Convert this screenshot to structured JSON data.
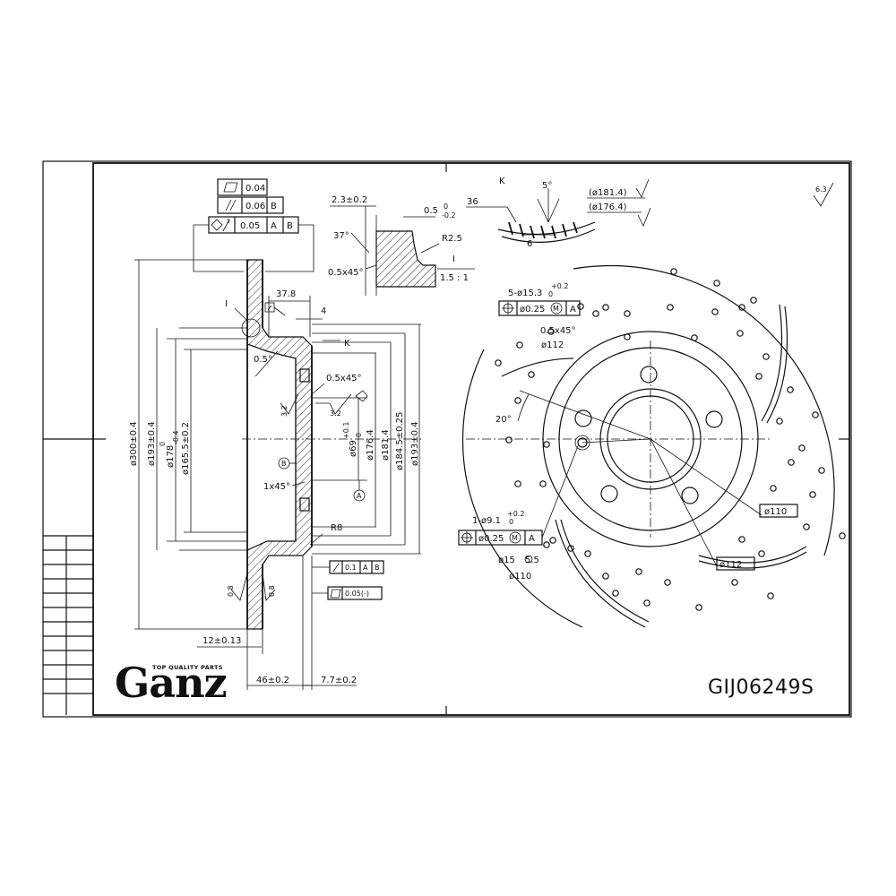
{
  "brand": {
    "name": "Ganz",
    "tagline": "TOP QUALITY PARTS"
  },
  "part_number": "GIJ06249S",
  "tolerance_frame": {
    "rows": [
      {
        "value": "0.04",
        "datums": []
      },
      {
        "value": "0.06",
        "datums": [
          "B"
        ]
      },
      {
        "value": "0.05",
        "datums": [
          "A",
          "B"
        ]
      }
    ]
  },
  "section_view": {
    "dims": {
      "d300": "ø300±0.4",
      "d193": "ø193±0.4",
      "d178": "ø178",
      "d178_tol_upper": "0",
      "d178_tol_lower": "-0.4",
      "d165": "ø165.5±0.2",
      "d69": "ø69",
      "d69_tol": "+0.1",
      "d69_tol_lower": "0",
      "d176": "ø176.4",
      "d181": "ø181.4",
      "d184": "ø184.5±0.25",
      "d193b": "ø193±0.4",
      "offset_37_8": "37.8",
      "four": "4",
      "half_deg": "0.5°",
      "chamfer_a": "0.5x45°",
      "chamfer_b": "1x45°",
      "radius_8": "R8",
      "thickness_12": "12±0.13",
      "height_46": "46±0.2",
      "depth_7_7": "7.7±0.2",
      "label_I": "I",
      "label_K": "K",
      "label_A": "A",
      "label_B": "B",
      "rough_3_2a": "3.2",
      "rough_3_2b": "3.2",
      "rough_0_8a": "0.8",
      "rough_0_8b": "0.8",
      "runout_value": "0.1",
      "runout_d1": "A",
      "runout_d2": "B",
      "flat_value": "0.05(-)"
    }
  },
  "detail_I": {
    "w": "2.3±0.2",
    "d": "0.5",
    "d_tol_upper": "0",
    "d_tol_lower": "-0.2",
    "angle": "37°",
    "radius": "R2.5",
    "chamfer": "0.5x45°",
    "label": "I",
    "scale": "1.5 : 1"
  },
  "detail_K": {
    "label": "K",
    "angle": "5°",
    "d181": "(ø181.4)",
    "d176": "(ø176.4)",
    "n36": "36",
    "n6": "6"
  },
  "front_view": {
    "holes": "5-ø15.3",
    "holes_tol_upper": "+0.2",
    "holes_tol_lower": "0",
    "pos_tol": "ø0.25",
    "pos_mod": "M",
    "pos_datum": "A",
    "chamfer": "0.5x45°",
    "pcd": "ø112",
    "angle": "20°",
    "small_hole": "1-ø9.1",
    "small_tol_upper": "+0.2",
    "small_tol_lower": "0",
    "pos_tol_b": "ø0.25",
    "pos_mod_b": "M",
    "pos_datum_b": "A",
    "d15": "ø15",
    "d5_5": "5.5",
    "d110": "ø110",
    "d110_right": "ø110",
    "d112_right": "ø112"
  },
  "surface_finish": "6.3"
}
